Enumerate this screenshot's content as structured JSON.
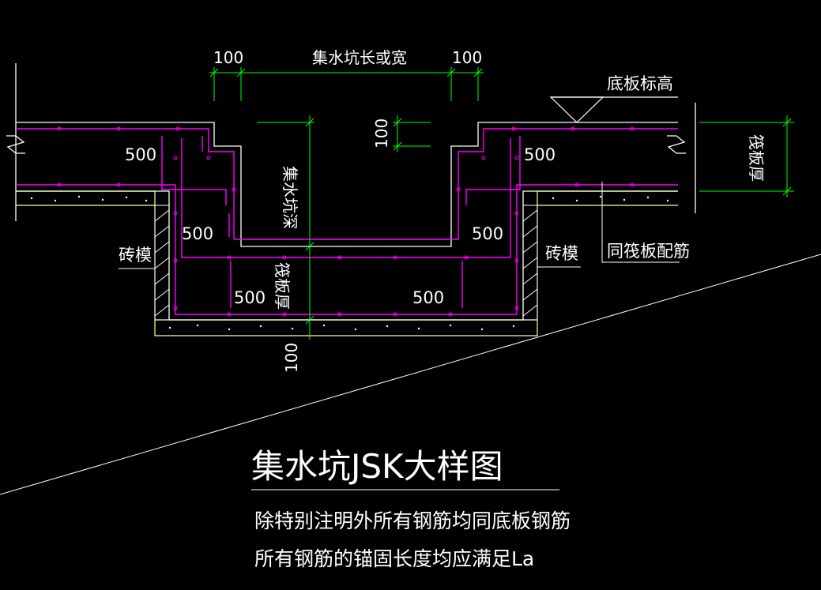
{
  "labels": {
    "dim_100_left": "100",
    "pit_length_width": "集水坑长或宽",
    "dim_100_right": "100",
    "slab_elevation": "底板标高",
    "dim_100_step": "100",
    "pit_depth": "集水坑深",
    "raft_thickness_right": "筏板厚",
    "dim_500_top_left": "500",
    "dim_500_top_right": "500",
    "dim_500_mid_left": "500",
    "dim_500_mid_right": "500",
    "dim_500_bottom_left": "500",
    "dim_500_bottom_right": "500",
    "brick_form_left": "砖模",
    "brick_form_right": "砖模",
    "raft_thickness_bottom": "筏板厚",
    "same_as_raft_rebar": "同筏板配筋",
    "dim_100_bottom": "100"
  },
  "title": "集水坑JSK大样图",
  "notes": [
    "除特别注明外所有钢筋均同底板钢筋",
    "所有钢筋的锚固长度均应满足La"
  ],
  "colors": {
    "background": "#000000",
    "outline": "#ffffff",
    "rebar": "#ff00ff",
    "dimension": "#00ff00",
    "cushion": "#ffff99",
    "text": "#ffffff"
  }
}
